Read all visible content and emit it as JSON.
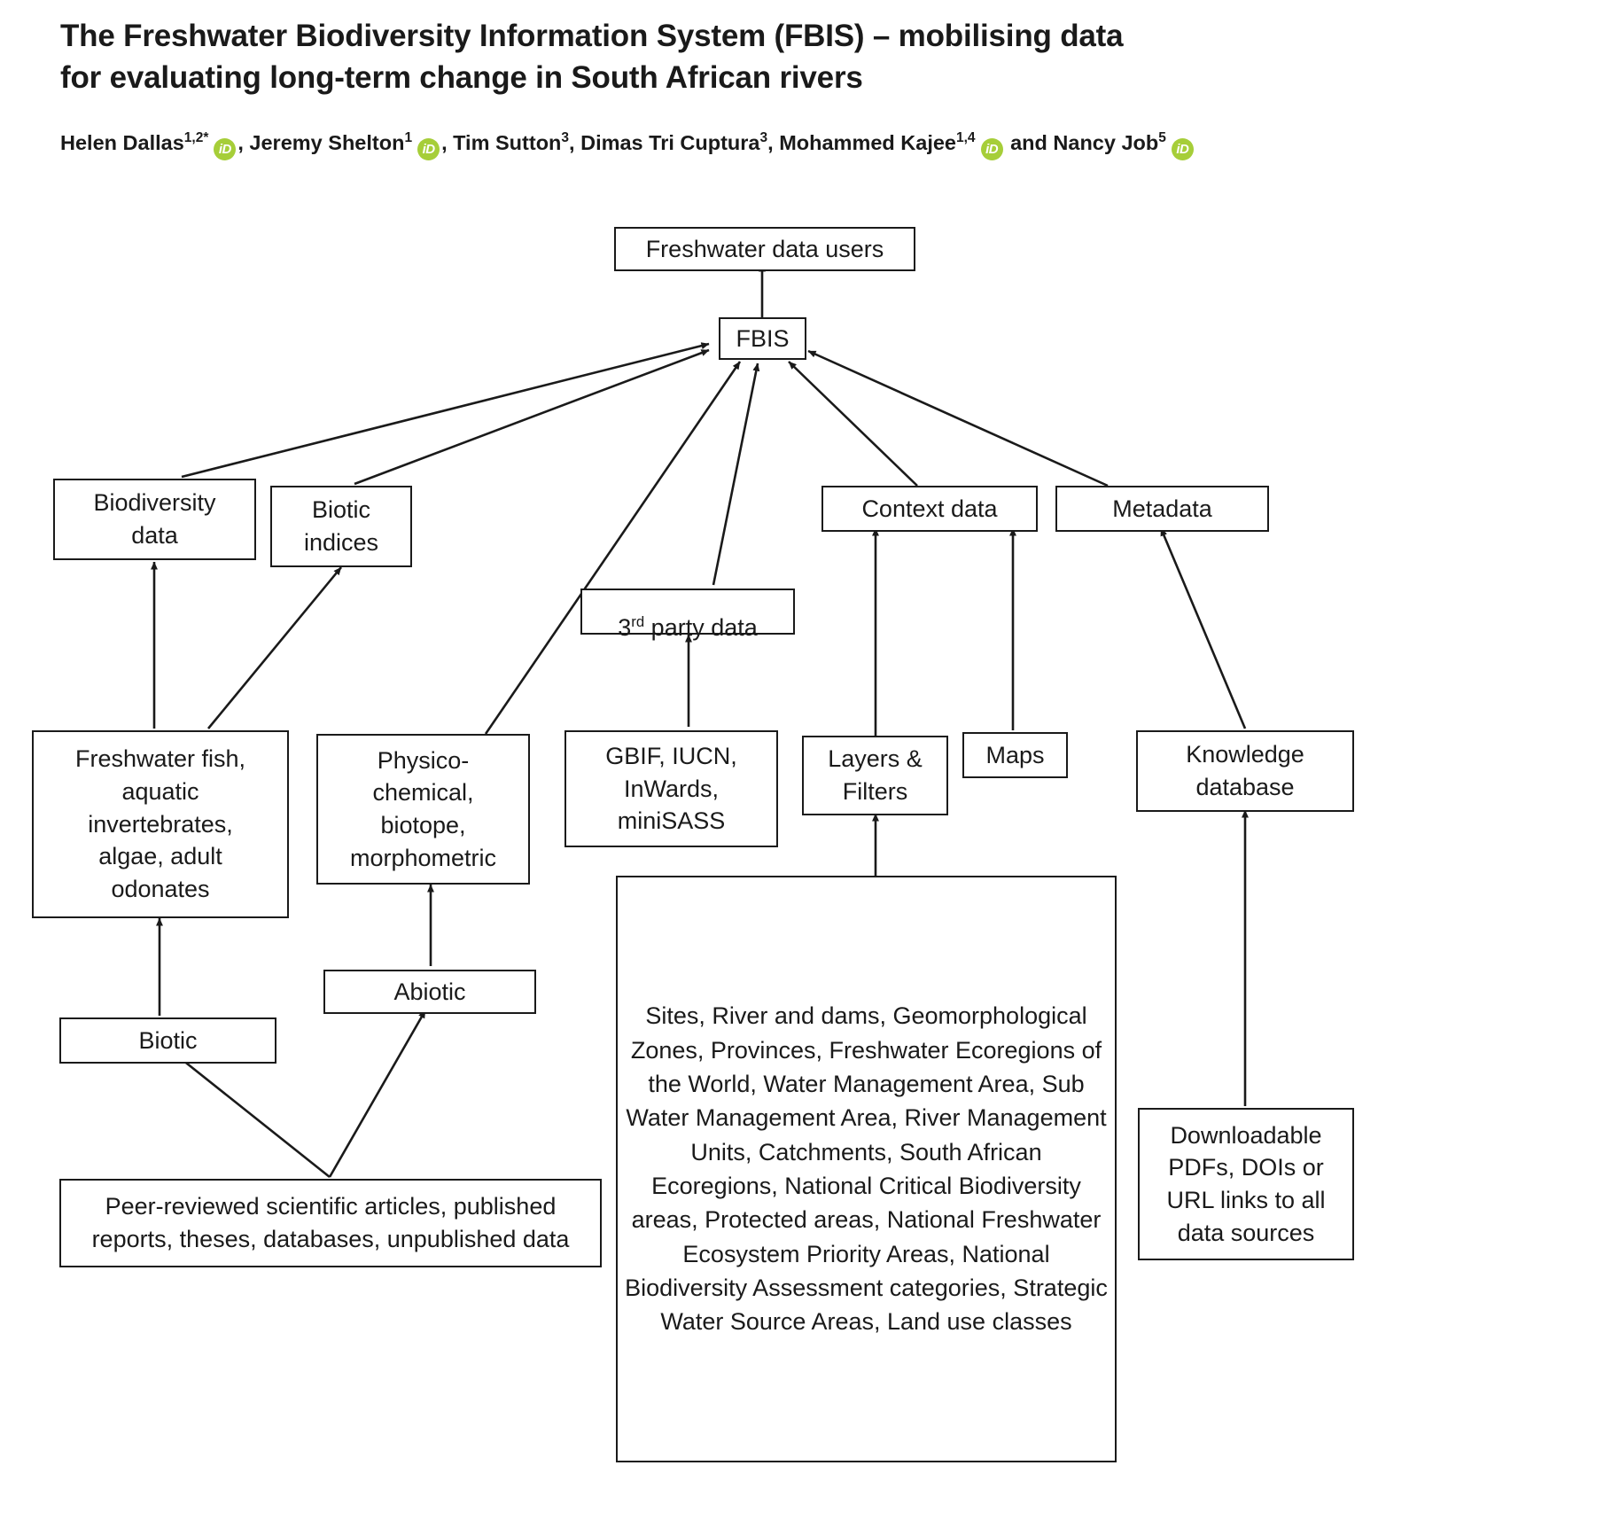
{
  "header": {
    "title": "The Freshwater Biodiversity Information System (FBIS) – mobilising data\nfor evaluating long-term change in South African rivers",
    "orcid_color": "#a6ce39",
    "orcid_label": "iD",
    "authors": [
      {
        "name": "Helen Dallas",
        "affil": "1,2*",
        "orcid": true,
        "sep": ", "
      },
      {
        "name": "Jeremy Shelton",
        "affil": "1",
        "orcid": true,
        "sep": ", "
      },
      {
        "name": "Tim Sutton",
        "affil": "3",
        "orcid": false,
        "sep": ", "
      },
      {
        "name": "Dimas Tri Cuptura",
        "affil": "3",
        "orcid": false,
        "sep": ", "
      },
      {
        "name": "Mohammed Kajee",
        "affil": "1,4",
        "orcid": true,
        "sep": " and "
      },
      {
        "name": "Nancy Job",
        "affil": "5",
        "orcid": true,
        "sep": ""
      }
    ],
    "author_line_plain": "Helen Dallas1,2* iD, Jeremy Shelton1 iD, Tim Sutton3, Dimas Tri Cuptura3, Mohammed Kajee1,4 iD and Nancy Job5 iD"
  },
  "diagram": {
    "type": "flowchart",
    "stroke_color": "#1a1a1a",
    "background": "#ffffff",
    "nodes": {
      "freshwater_data_users": "Freshwater data users",
      "fbis": "FBIS",
      "biodiversity_data": "Biodiversity\ndata",
      "biotic_indices": "Biotic\nindices",
      "third_party_data_pre": "3",
      "third_party_data_sup": "rd",
      "third_party_data_post": " party data",
      "third_party_data_plain": "3rd party data",
      "context_data": "Context data",
      "metadata": "Metadata",
      "freshwater_fish": "Freshwater fish,\naquatic\ninvertebrates,\nalgae, adult\nodonates",
      "physico_chemical": "Physico-\nchemical,\nbiotope,\nmorphometric",
      "gbif_iucn": "GBIF, IUCN,\nInWards,\nminiSASS",
      "layers_filters": "Layers &\nFilters",
      "maps": "Maps",
      "knowledge_database": "Knowledge\ndatabase",
      "abiotic": "Abiotic",
      "biotic": "Biotic",
      "context_layers_list": "Sites, River and dams, Geomorphological Zones, Provinces, Freshwater Ecoregions of the World, Water Management Area, Sub Water Management Area, River Management Units, Catchments, South African Ecoregions, National Critical Biodiversity areas, Protected areas, National Freshwater Ecosystem Priority Areas, National Biodiversity Assessment categories, Strategic Water Source Areas, Land use classes",
      "peer_reviewed_sources": "Peer-reviewed scientific articles, published\nreports, theses, databases, unpublished data",
      "downloadable": "Downloadable\nPDFs, DOIs or\nURL links to all\ndata sources"
    },
    "edges": [
      {
        "from": "fbis",
        "to": "freshwater_data_users"
      },
      {
        "from": "biodiversity_data",
        "to": "fbis"
      },
      {
        "from": "biotic_indices",
        "to": "fbis"
      },
      {
        "from": "physico_chemical",
        "to": "fbis"
      },
      {
        "from": "third_party_data",
        "to": "fbis"
      },
      {
        "from": "context_data",
        "to": "fbis"
      },
      {
        "from": "metadata",
        "to": "fbis"
      },
      {
        "from": "freshwater_fish",
        "to": "biodiversity_data"
      },
      {
        "from": "freshwater_fish",
        "to": "biotic_indices"
      },
      {
        "from": "gbif_iucn",
        "to": "third_party_data"
      },
      {
        "from": "layers_filters",
        "to": "context_data"
      },
      {
        "from": "maps",
        "to": "context_data"
      },
      {
        "from": "knowledge_database",
        "to": "metadata"
      },
      {
        "from": "abiotic",
        "to": "physico_chemical"
      },
      {
        "from": "biotic",
        "to": "freshwater_fish"
      },
      {
        "from": "context_layers_list",
        "to": "layers_filters"
      },
      {
        "from": "peer_reviewed_sources",
        "to": "biotic"
      },
      {
        "from": "peer_reviewed_sources",
        "to": "abiotic"
      },
      {
        "from": "downloadable",
        "to": "knowledge_database"
      }
    ]
  }
}
